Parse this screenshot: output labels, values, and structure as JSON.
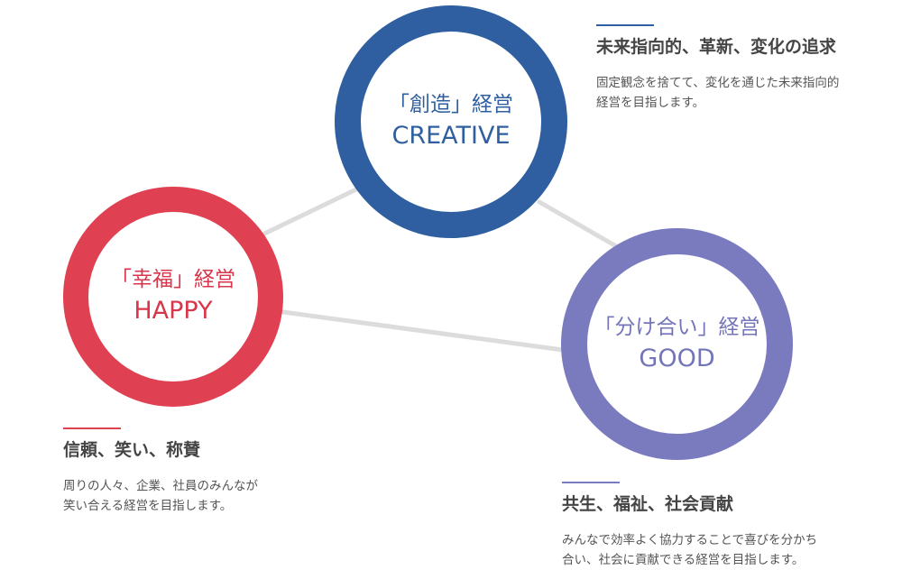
{
  "colors": {
    "creative": "#2f5fa1",
    "happy": "#e04152",
    "good": "#7a7bbf",
    "connector": "#dcdcdc"
  },
  "nodes": {
    "creative": {
      "label_jp": "「創造」経営",
      "label_en": "CREATIVE"
    },
    "happy": {
      "label_jp": "「幸福」経営",
      "label_en": "HAPPY"
    },
    "good": {
      "label_jp": "「分け合い」経営",
      "label_en": "GOOD"
    }
  },
  "descriptions": {
    "creative": {
      "title": "未来指向的、革新、変化の追求",
      "line1": "固定観念を捨てて、変化を通じた未来指向的",
      "line2": "経営を目指します。"
    },
    "happy": {
      "title": "信頼、笑い、称賛",
      "line1": "周りの人々、企業、社員のみんなが",
      "line2": "笑い合える経営を目指します。"
    },
    "good": {
      "title": "共生、福祉、社会貢献",
      "line1": "みんなで効率よく協力することで喜びを分かち",
      "line2": "合い、社会に貢献できる経営を目指します。"
    }
  }
}
